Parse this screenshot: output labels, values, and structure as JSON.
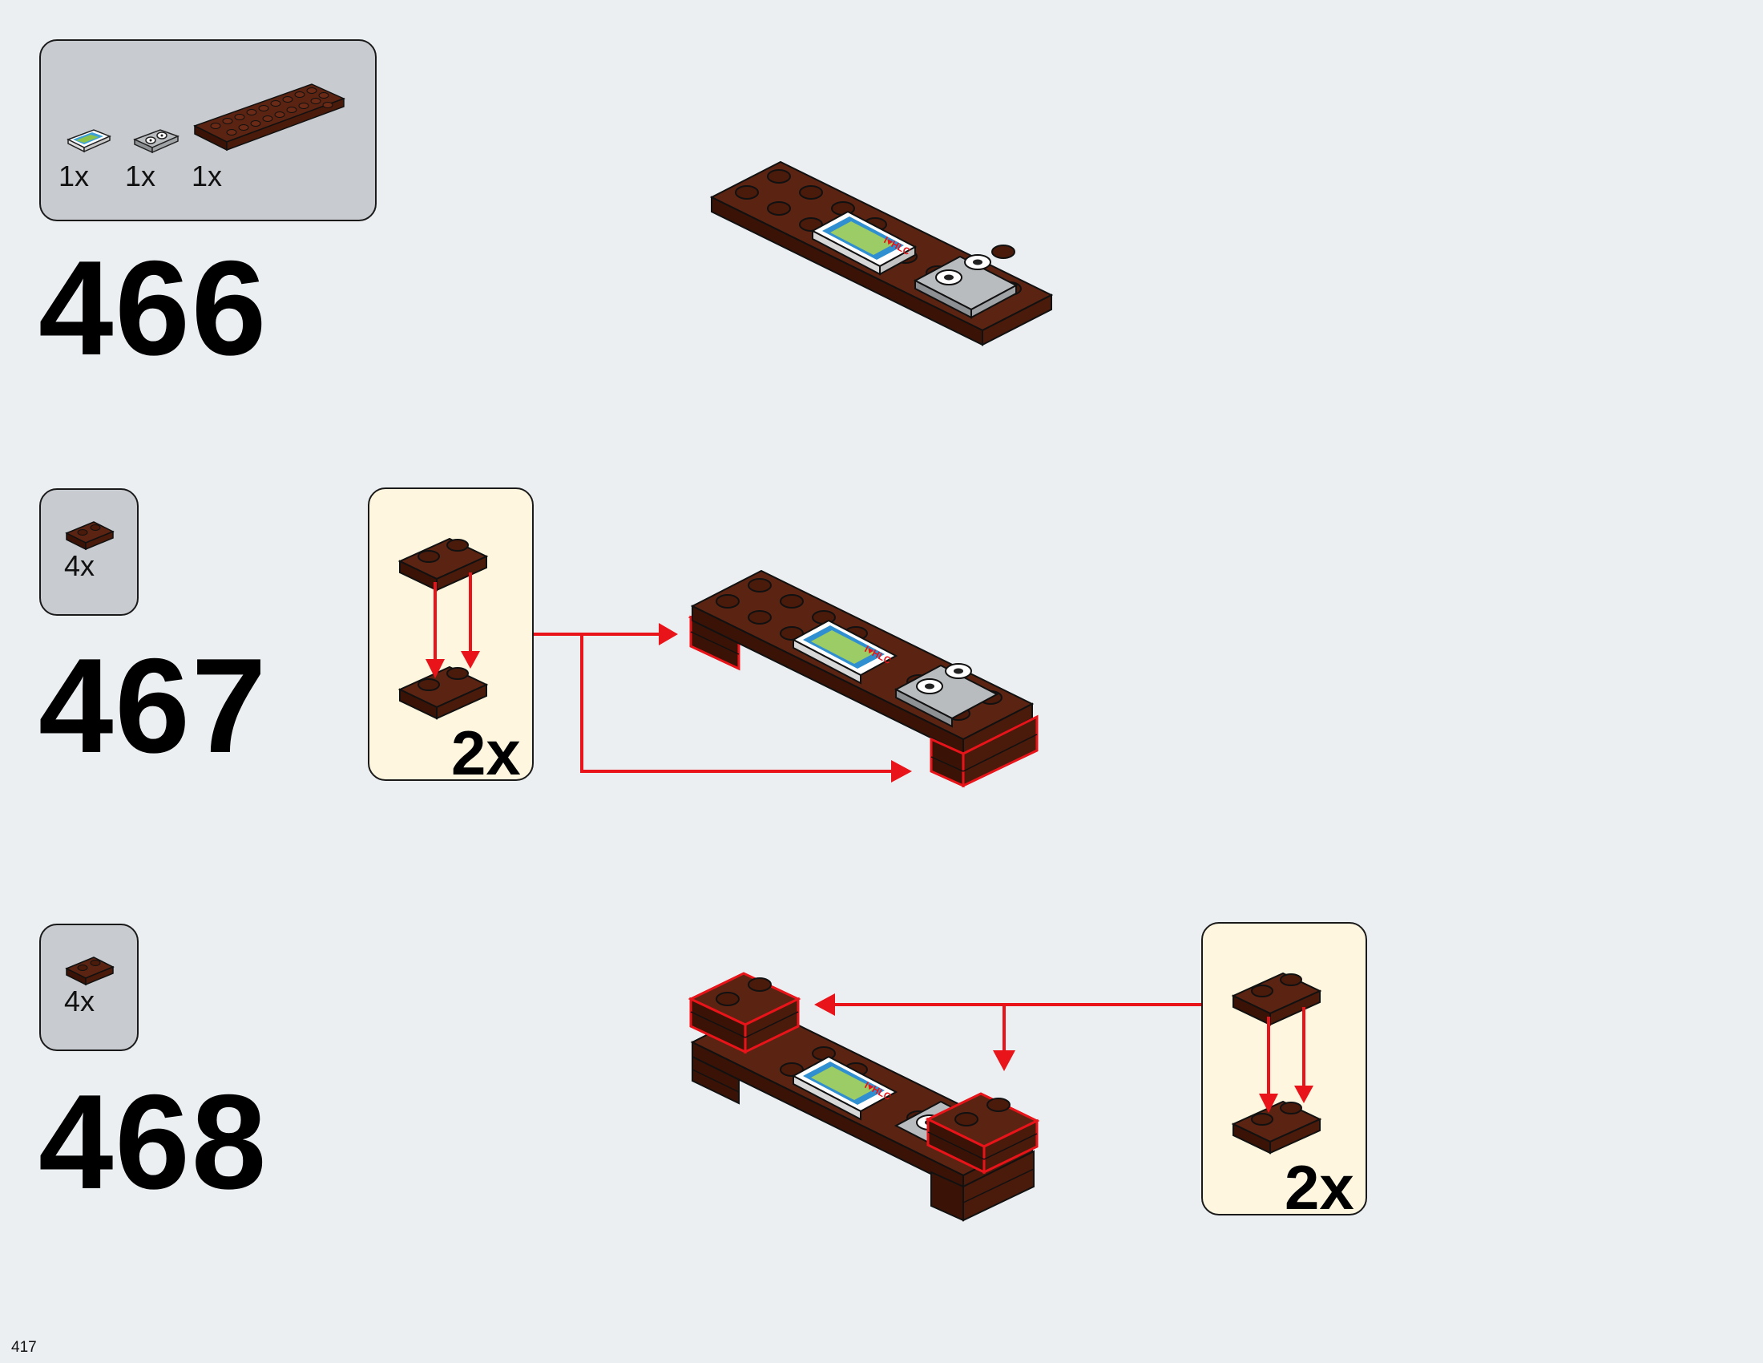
{
  "page_number": "417",
  "colors": {
    "brick": "#4a1a0b",
    "brick_top": "#5b2412",
    "brick_side": "#3a1306",
    "highlight": "#e8141a",
    "parts_bg": "#c8cbcf",
    "callout_bg": "#fef6de",
    "page_bg": "#ebeff2"
  },
  "steps": [
    {
      "number": "466",
      "parts": [
        {
          "icon": "tile-printed-icon",
          "qty": "1x"
        },
        {
          "icon": "tile-cassette-icon",
          "qty": "1x"
        },
        {
          "icon": "plate-2x10-brown-icon",
          "qty": "1x"
        }
      ]
    },
    {
      "number": "467",
      "parts": [
        {
          "icon": "plate-1x2-brown-icon",
          "qty": "4x"
        }
      ],
      "callout": {
        "multiplier": "2x"
      }
    },
    {
      "number": "468",
      "parts": [
        {
          "icon": "plate-1x2-brown-icon",
          "qty": "4x"
        }
      ],
      "callout": {
        "multiplier": "2x"
      }
    }
  ],
  "tile_print_text": "I♥HLC"
}
